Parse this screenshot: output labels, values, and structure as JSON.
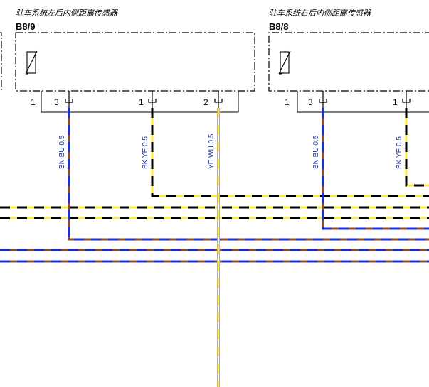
{
  "components": [
    {
      "id": "left",
      "description": "驻车系统左后内侧距离传感器",
      "code": "B8/9"
    },
    {
      "id": "right",
      "description": "驻车系统右后内侧距离传感器",
      "code": "B8/8"
    }
  ],
  "pins": {
    "left": [
      "1",
      "3",
      "1",
      "2"
    ],
    "right": [
      "1",
      "3",
      "1"
    ]
  },
  "wire_labels": {
    "left_bn_bu": "BN BU 0.5",
    "left_bk_ye": "BK YE 0.5",
    "left_ye_wh": "YE WH 0.5",
    "right_bn_bu": "BN BU 0.5",
    "right_bk_ye": "BK YE 0.5"
  },
  "colors": {
    "BN": "#8b4a2b",
    "BU": "#1a2fd6",
    "BK": "#000000",
    "YE": "#ffe83a",
    "WH": "#ffffff",
    "frame": "#000000",
    "wire_text": "#1a2fa0"
  }
}
